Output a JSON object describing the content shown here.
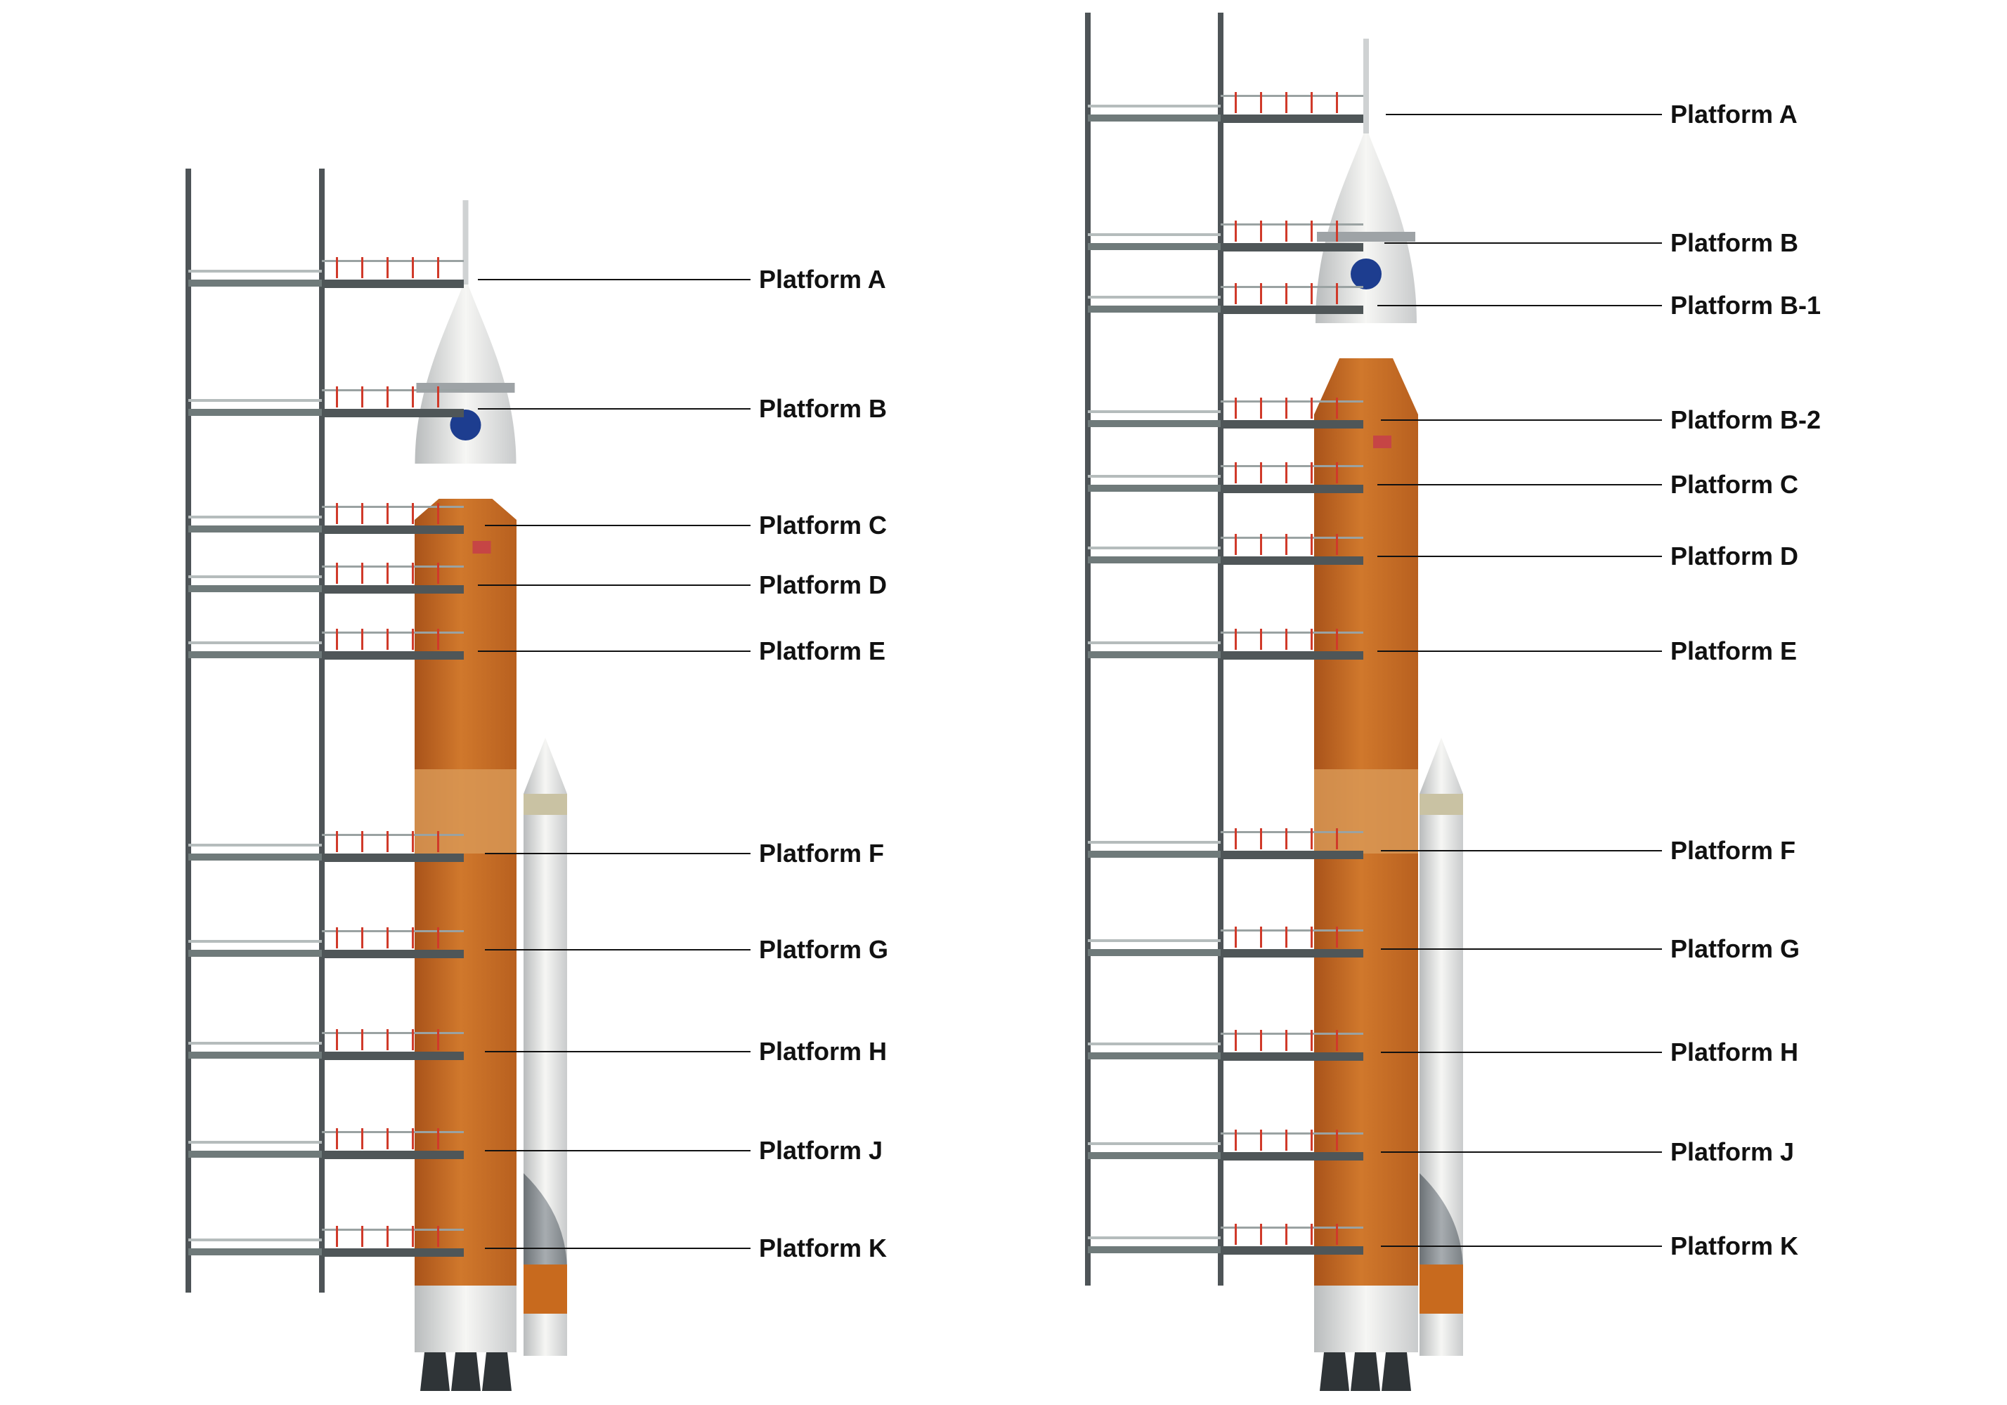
{
  "diagrams": [
    {
      "name": "left",
      "labels": [
        "Platform A",
        "Platform B",
        "Platform C",
        "Platform D",
        "Platform E",
        "Platform F",
        "Platform G",
        "Platform H",
        "Platform J",
        "Platform K"
      ]
    },
    {
      "name": "right",
      "labels": [
        "Platform A",
        "Platform B",
        "Platform B-1",
        "Platform B-2",
        "Platform C",
        "Platform D",
        "Platform E",
        "Platform F",
        "Platform G",
        "Platform H",
        "Platform J",
        "Platform K"
      ]
    }
  ],
  "colors": {
    "core_stage": "#c86a1e",
    "core_stage_light": "#d98a3e",
    "tower": "#4e5457",
    "platform_deck": "#6f7a7a",
    "booster_white": "#ececea",
    "booster_gray": "#8b9297",
    "capsule_white": "#e8e8e8",
    "railing_red": "#d03a2a",
    "nasa_blue": "#1d3d8f",
    "leader_line": "#111111"
  },
  "icons": {
    "meatball": "nasa-logo-icon",
    "flag": "us-flag-icon"
  }
}
